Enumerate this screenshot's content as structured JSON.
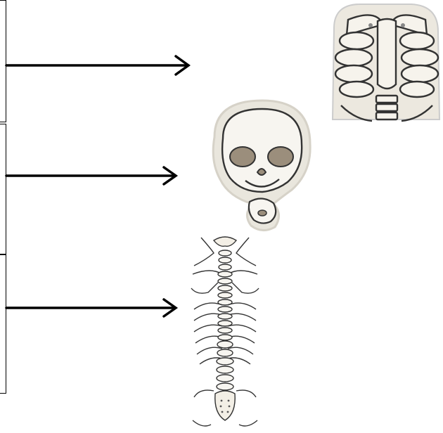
{
  "items": [
    {
      "bone": "rib-cage",
      "icon": "rib-cage-icon"
    },
    {
      "bone": "skull",
      "icon": "skull-icon"
    },
    {
      "bone": "spine",
      "icon": "spine-icon"
    }
  ],
  "colors": {
    "line": "#000000",
    "bone_fill": "#f3efe6",
    "bone_stroke": "#444444",
    "shade": "#9b8e7c"
  }
}
